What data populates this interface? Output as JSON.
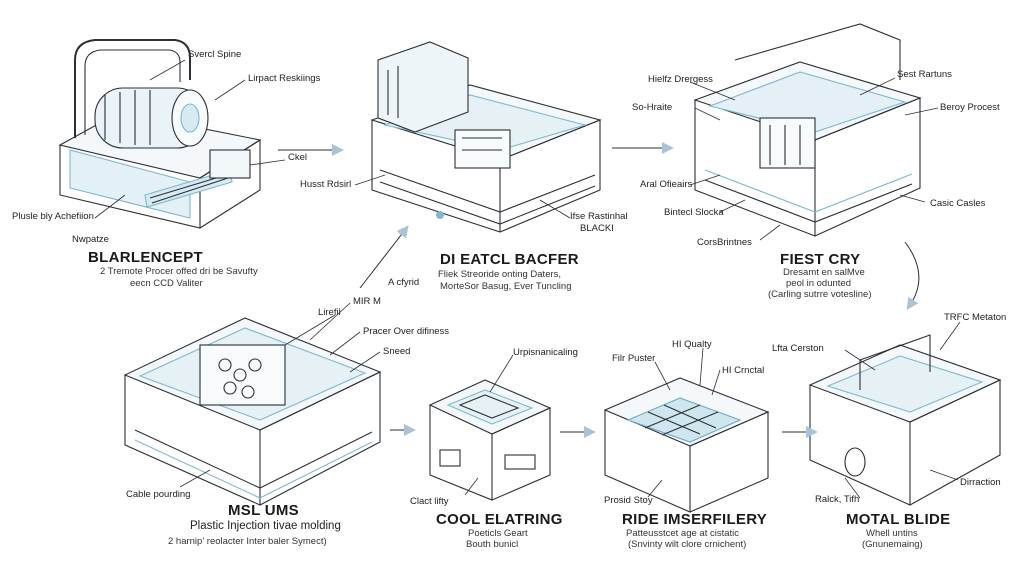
{
  "colors": {
    "ink": "#2b2f36",
    "accent": "#7fb8cf",
    "accent_fill": "#cfe6ef",
    "arrow": "#a8c4d4"
  },
  "stages": [
    {
      "title": "BLARLENCEPT",
      "sub": [
        "2 Tremote Procer offed dri be Savufty",
        "eecn CCD Valiter"
      ],
      "callouts": [
        "Svercl Spine",
        "Lirpact Reskiings",
        "Ckel",
        "Plusle bly Achefiion",
        "Nwpatze"
      ]
    },
    {
      "title": "DI EATCL BACFER",
      "sub": [
        "Fliek Streoride onting Daters,",
        "MorteSor Basug, Ever Tuncling"
      ],
      "callouts": [
        "Husst Rdsirl",
        "Ifse Rastinhal",
        "BLACKI",
        "A cfyrid"
      ]
    },
    {
      "title": "FIEST CRY",
      "sub": [
        "Dresamt en salMve",
        "peol in odunted",
        "(Carling sutrre votesline)"
      ],
      "callouts": [
        "Hielfz Drergess",
        "So-Hraite",
        "Sest Rartuns",
        "Beroy Procest",
        "Aral Ofieairs",
        "Bintecl Slocka",
        "Casic Casles",
        "CorsBrintnes"
      ]
    },
    {
      "title": "MSL UMS",
      "sub": [
        "Plastic Injection tivae molding",
        "2 harnip' reolacter Inter baler Symect)"
      ],
      "callouts": [
        "Lirefil",
        "MIR M",
        "Pracer Over difiness",
        "Sneed",
        "Cable pourding"
      ]
    },
    {
      "title": "COOL ELATRING",
      "sub": [
        "Poeticls Geart",
        "Bouth bunicl"
      ],
      "callouts": [
        "Urpisnanicaling",
        "Clact lifty"
      ]
    },
    {
      "title": "RIDE IMSERFILERY",
      "sub": [
        "Patteusstcet age at cistatic",
        "(Snvinty wilt clore crnichent)"
      ],
      "callouts": [
        "Filr Puster",
        "HI Qualty",
        "HI Crnctal",
        "Prosid Stoy"
      ]
    },
    {
      "title": "MOTAL BLIDE",
      "sub": [
        "Whell untins",
        "(Gnunemaing)"
      ],
      "callouts": [
        "Lfta Cerston",
        "TRFC Metaton",
        "Dirraction",
        "Ralck, Tifh"
      ]
    }
  ]
}
